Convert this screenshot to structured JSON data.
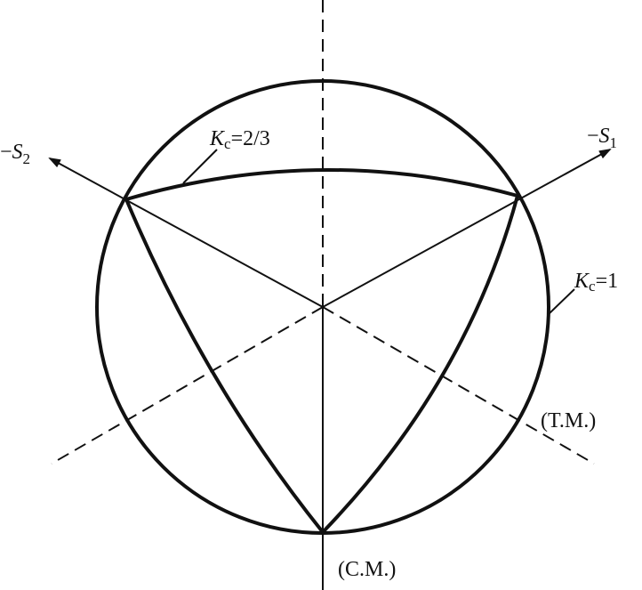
{
  "labels": {
    "neg_s2_sign": "−",
    "neg_s2_letter": "S",
    "neg_s2_sub": "2",
    "neg_s1_sign": "−",
    "neg_s1_letter": "S",
    "neg_s1_sub": "1",
    "kc_23_k": "K",
    "kc_23_sub": "c",
    "kc_23_val": "=2/3",
    "kc_1_k": "K",
    "kc_1_sub": "c",
    "kc_1_val": "=1",
    "tm": "(T.M.)",
    "cm": "(C.M.)"
  },
  "colors": {
    "ink": "#111111",
    "background": "#ffffff"
  }
}
